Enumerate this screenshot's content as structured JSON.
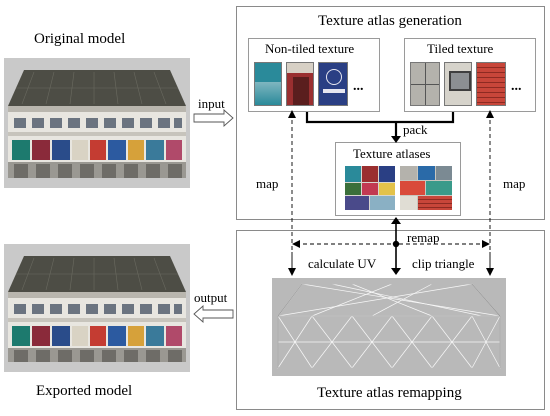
{
  "left": {
    "original_label": "Original model",
    "exported_label": "Exported model",
    "input_label": "input",
    "output_label": "output"
  },
  "generation": {
    "title": "Texture atlas generation",
    "non_tiled_label": "Non-tiled texture",
    "tiled_label": "Tiled texture",
    "ellipsis": "...",
    "pack_label": "pack",
    "atlases_label": "Texture atlases",
    "map_left": "map",
    "map_right": "map"
  },
  "remapping": {
    "title": "Texture atlas remapping",
    "remap_label": "remap",
    "calc_uv_label": "calculate UV",
    "clip_label": "clip triangle"
  }
}
